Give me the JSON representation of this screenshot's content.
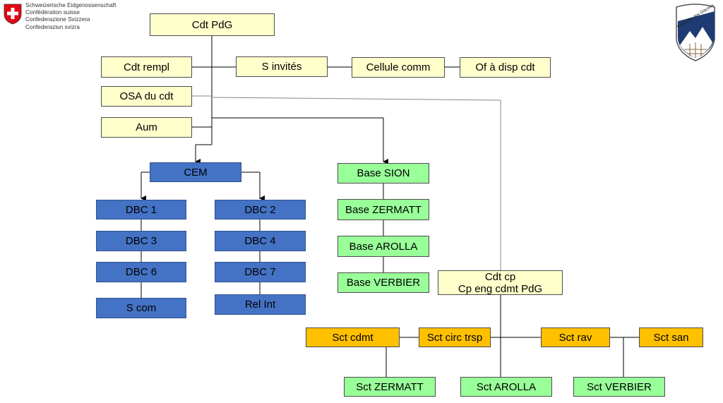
{
  "header": {
    "confederation_lines": [
      "Schweizerische Eidgenossenschaft",
      "Confédération suisse",
      "Confederazione Svizzera",
      "Confederaziun svizra"
    ],
    "logo_text": "Patrouille des Glaciers"
  },
  "colors": {
    "command": "#ffffcc",
    "cem": "#4472c4",
    "base": "#99ff99",
    "sector": "#ffc000"
  },
  "nodes": {
    "cdt_pdg": "Cdt PdG",
    "cdt_rempl": "Cdt rempl",
    "s_invites": "S invités",
    "cellule_comm": "Cellule comm",
    "of_a_disp": "Of à disp cdt",
    "osa": "OSA du cdt",
    "aum": "Aum",
    "cem": "CEM",
    "dbc1": "DBC 1",
    "dbc3": "DBC 3",
    "dbc6": "DBC 6",
    "scom": "S com",
    "dbc2": "DBC 2",
    "dbc4": "DBC 4",
    "dbc7": "DBC 7",
    "rel_int": "Rel Int",
    "base_sion": "Base SION",
    "base_zermatt": "Base ZERMATT",
    "base_arolla": "Base AROLLA",
    "base_verbier": "Base VERBIER",
    "cdt_cp_line1": "Cdt cp",
    "cdt_cp_line2": "Cp eng cdmt PdG",
    "sct_cdmt": "Sct cdmt",
    "sct_circ": "Sct circ trsp",
    "sct_rav": "Sct rav",
    "sct_san": "Sct san",
    "sct_zermatt": "Sct ZERMATT",
    "sct_arolla": "Sct AROLLA",
    "sct_verbier": "Sct VERBIER"
  }
}
